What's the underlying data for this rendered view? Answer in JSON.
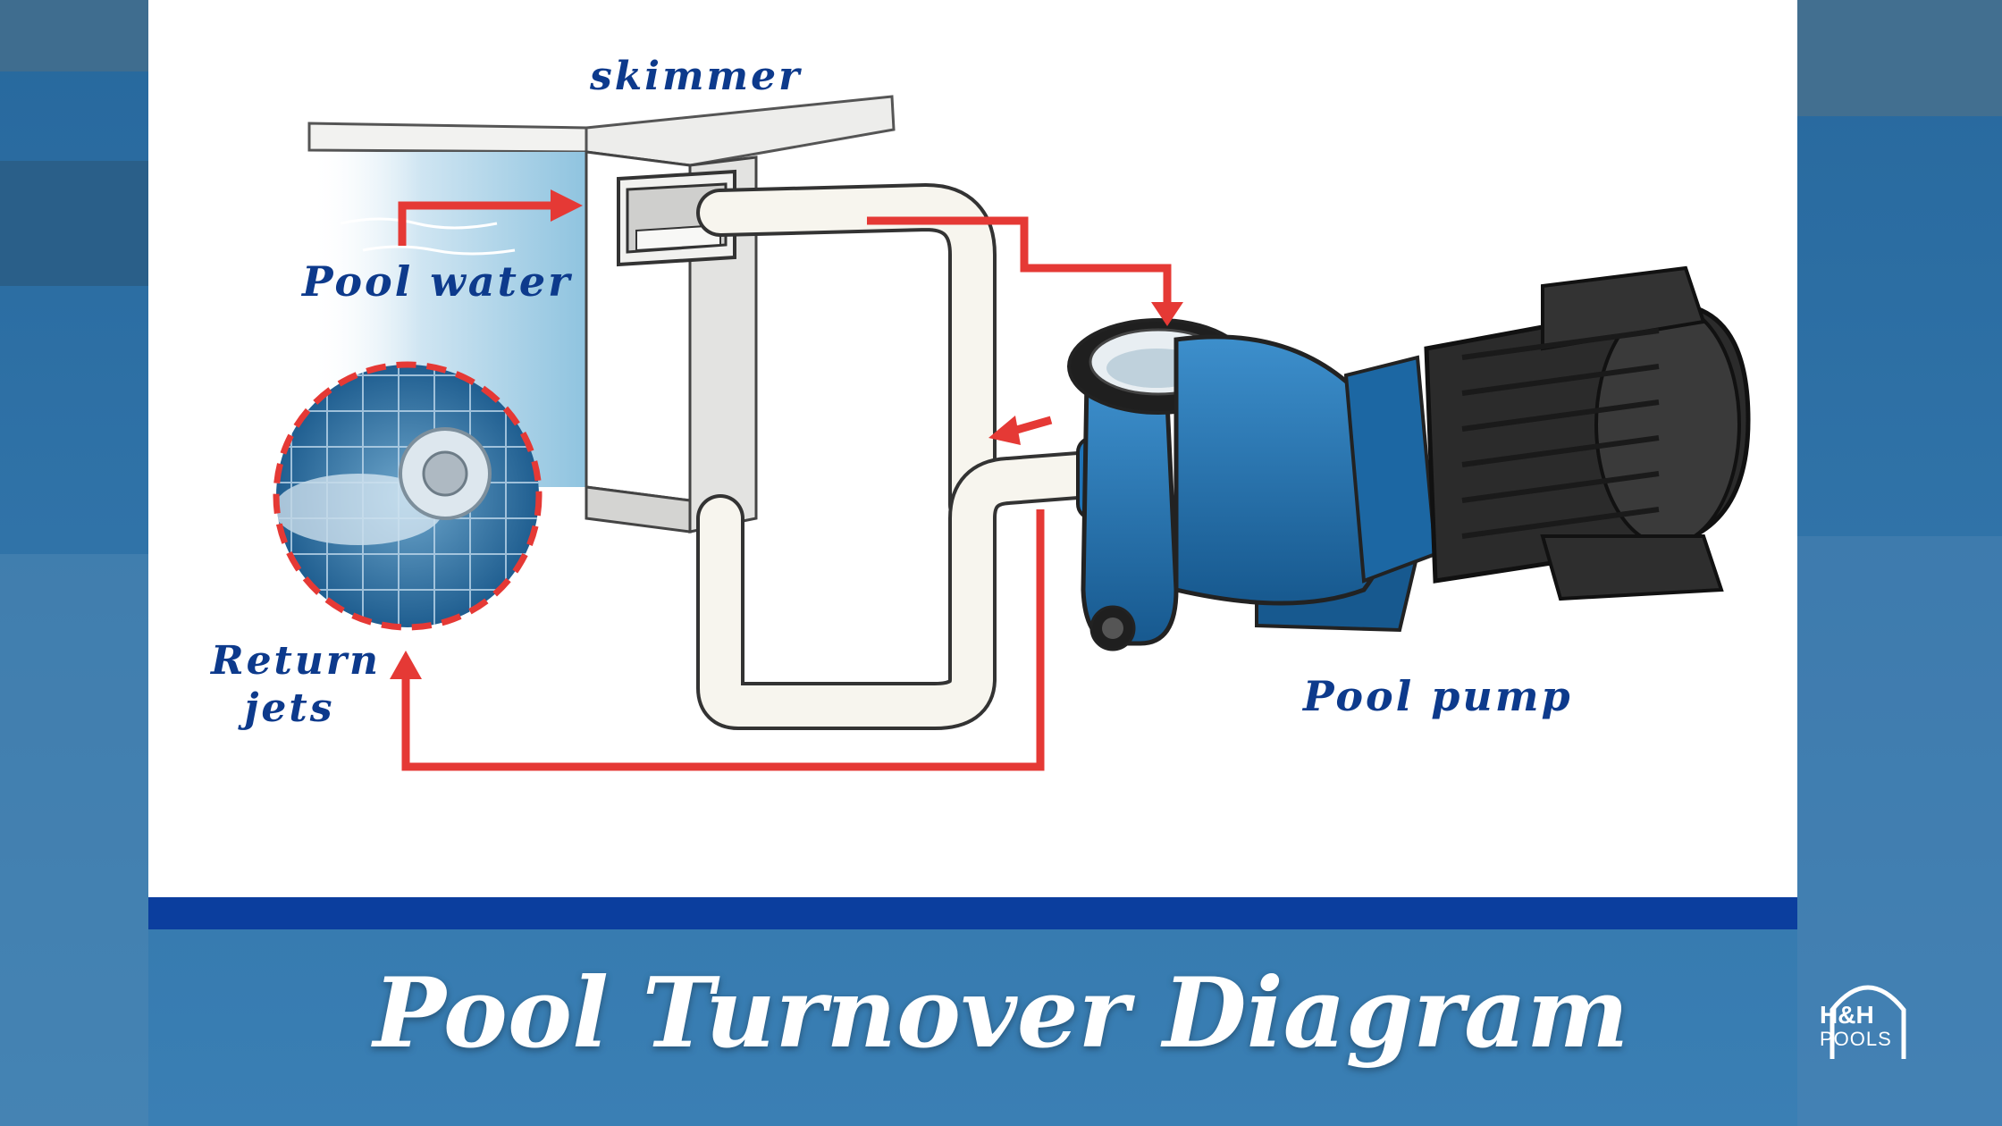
{
  "labels": {
    "skimmer": "skimmer",
    "pool_water": "Pool water",
    "return_jets": "Return jets",
    "pool_pump": "Pool pump"
  },
  "title": "Pool Turnover Diagram",
  "logo": {
    "name": "H&H",
    "sub": "POOLS"
  },
  "colors": {
    "background": "#2f73a8",
    "panel": "#ffffff",
    "accent_bar": "#0b3e9e",
    "label_text": "#0d3a8c",
    "flow_arrow": "#e53935",
    "pump_body": "#1f74b8",
    "motor": "#2b2b2b",
    "pipe": "#f7f5ee"
  }
}
